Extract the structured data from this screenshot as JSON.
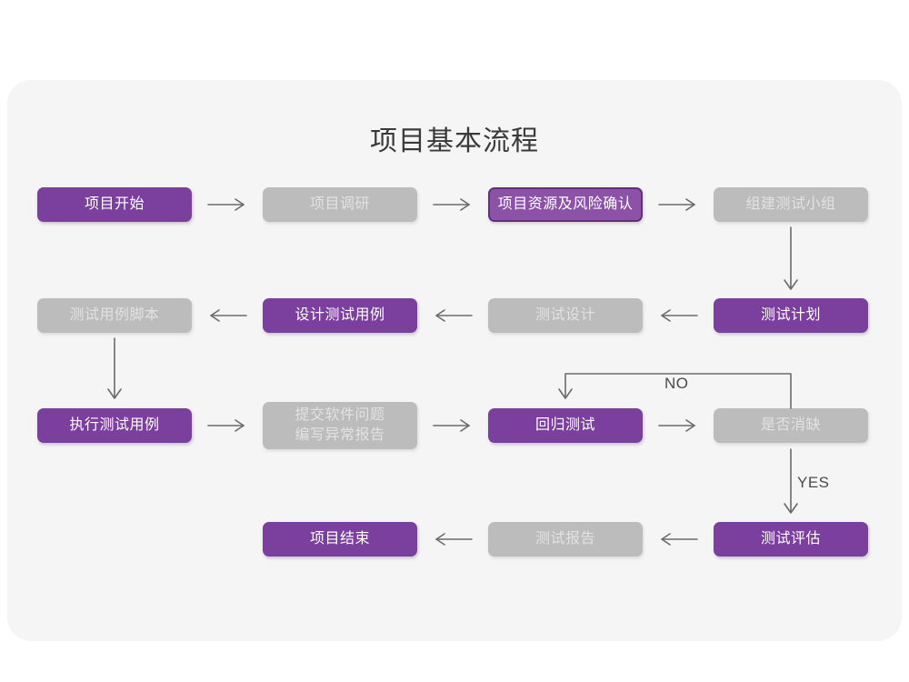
{
  "page": {
    "background_color": "#ffffff",
    "card_color": "#f5f5f5"
  },
  "title": "项目基本流程",
  "colors": {
    "purple_fill": "#7b3f9d",
    "purple_outline_fill": "#8b52a8",
    "purple_outline_border": "#63307f",
    "gray_fill": "#bcbcbc",
    "gray_text": "#e2e2e2",
    "arrow": "#6b6b6b",
    "label_text": "#4a4a4a",
    "title_text": "#3a3a3a"
  },
  "nodes": [
    {
      "id": "n1",
      "label": "项目开始",
      "style": "purple",
      "row": 1,
      "col": 1
    },
    {
      "id": "n2",
      "label": "项目调研",
      "style": "gray",
      "row": 1,
      "col": 2
    },
    {
      "id": "n3",
      "label": "项目资源及风险确认",
      "style": "purple-outline",
      "row": 1,
      "col": 3
    },
    {
      "id": "n4",
      "label": "组建测试小组",
      "style": "gray",
      "row": 1,
      "col": 4
    },
    {
      "id": "n5",
      "label": "测试用例脚本",
      "style": "gray",
      "row": 2,
      "col": 1
    },
    {
      "id": "n6",
      "label": "设计测试用例",
      "style": "purple",
      "row": 2,
      "col": 2
    },
    {
      "id": "n7",
      "label": "测试设计",
      "style": "gray",
      "row": 2,
      "col": 3
    },
    {
      "id": "n8",
      "label": "测试计划",
      "style": "purple",
      "row": 2,
      "col": 4
    },
    {
      "id": "n9",
      "label": "执行测试用例",
      "style": "purple",
      "row": 3,
      "col": 1
    },
    {
      "id": "n10",
      "label": "提交软件问题\n编写异常报告",
      "style": "gray",
      "row": 3,
      "col": 2
    },
    {
      "id": "n11",
      "label": "回归测试",
      "style": "purple",
      "row": 3,
      "col": 3
    },
    {
      "id": "n12",
      "label": "是否消缺",
      "style": "gray",
      "row": 3,
      "col": 4
    },
    {
      "id": "n13",
      "label": "项目结束",
      "style": "purple",
      "row": 4,
      "col": 2
    },
    {
      "id": "n14",
      "label": "测试报告",
      "style": "gray",
      "row": 4,
      "col": 3
    },
    {
      "id": "n15",
      "label": "测试评估",
      "style": "purple",
      "row": 4,
      "col": 4
    }
  ],
  "edge_labels": {
    "no": "NO",
    "yes": "YES"
  },
  "flow": [
    {
      "from": "项目开始",
      "to": "项目调研",
      "direction": "right"
    },
    {
      "from": "项目调研",
      "to": "项目资源及风险确认",
      "direction": "right"
    },
    {
      "from": "项目资源及风险确认",
      "to": "组建测试小组",
      "direction": "right"
    },
    {
      "from": "组建测试小组",
      "to": "测试计划",
      "direction": "down"
    },
    {
      "from": "测试计划",
      "to": "测试设计",
      "direction": "left"
    },
    {
      "from": "测试设计",
      "to": "设计测试用例",
      "direction": "left"
    },
    {
      "from": "设计测试用例",
      "to": "测试用例脚本",
      "direction": "left"
    },
    {
      "from": "测试用例脚本",
      "to": "执行测试用例",
      "direction": "down"
    },
    {
      "from": "执行测试用例",
      "to": "提交软件问题编写异常报告",
      "direction": "right"
    },
    {
      "from": "提交软件问题编写异常报告",
      "to": "回归测试",
      "direction": "right"
    },
    {
      "from": "回归测试",
      "to": "是否消缺",
      "direction": "right"
    },
    {
      "from": "是否消缺",
      "to": "回归测试",
      "direction": "loop-up",
      "label": "NO"
    },
    {
      "from": "是否消缺",
      "to": "测试评估",
      "direction": "down",
      "label": "YES"
    },
    {
      "from": "测试评估",
      "to": "测试报告",
      "direction": "left"
    },
    {
      "from": "测试报告",
      "to": "项目结束",
      "direction": "left"
    }
  ]
}
